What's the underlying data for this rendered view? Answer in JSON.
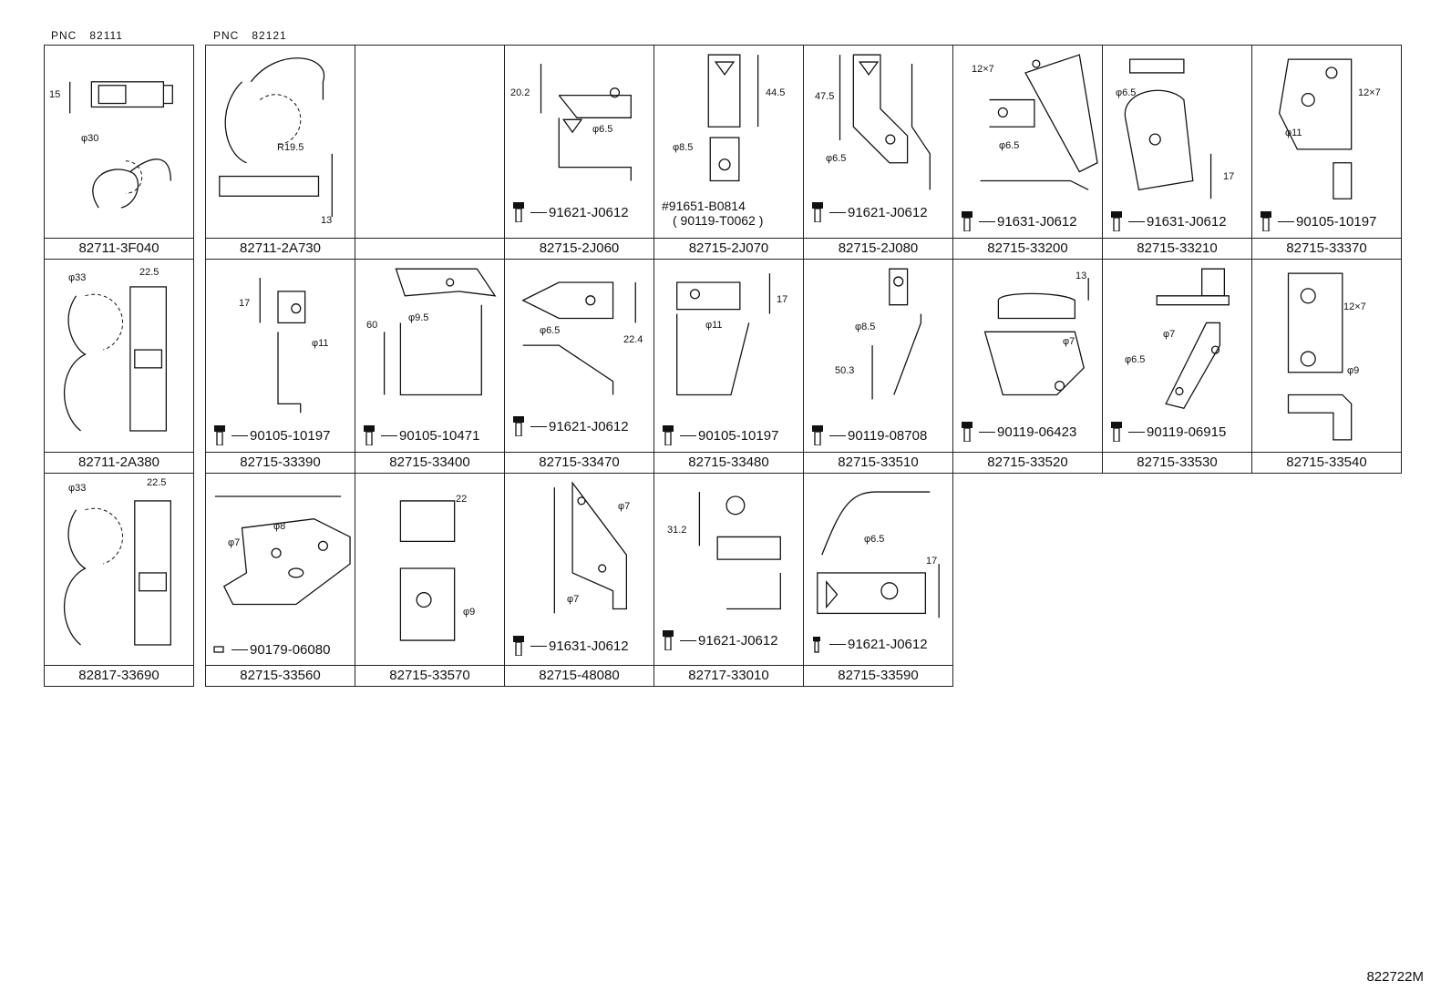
{
  "pnc_labels": [
    {
      "prefix": "PNC",
      "number": "82111"
    },
    {
      "prefix": "PNC",
      "number": "82121"
    }
  ],
  "cells": [
    {
      "id": "c1",
      "part": "82711-3F040",
      "dims": [
        "15",
        "φ30"
      ]
    },
    {
      "id": "c2",
      "part": "82711-2A730",
      "dims": [
        "R19.5",
        "13"
      ]
    },
    {
      "id": "c3",
      "part": ""
    },
    {
      "id": "c4",
      "part": "82715-2J060",
      "fastener": "91621-J0612",
      "dims": [
        "20.2",
        "φ6.5"
      ]
    },
    {
      "id": "c5",
      "part": "82715-2J070",
      "fastener": "#91651-B0814",
      "fastener2": "( 90119-T0062 )",
      "dims": [
        "44.5",
        "φ8.5"
      ]
    },
    {
      "id": "c6",
      "part": "82715-2J080",
      "fastener": "91621-J0612",
      "dims": [
        "47.5",
        "φ6.5"
      ]
    },
    {
      "id": "c7",
      "part": "82715-33200",
      "fastener": "91631-J0612",
      "dims": [
        "12×7",
        "φ6.5"
      ]
    },
    {
      "id": "c8",
      "part": "82715-33210",
      "fastener": "91631-J0612",
      "dims": [
        "φ6.5",
        "17"
      ]
    },
    {
      "id": "c9",
      "part": "82715-33370",
      "fastener": "90105-10197",
      "dims": [
        "12×7",
        "φ11"
      ]
    },
    {
      "id": "c10",
      "part": "82711-2A380",
      "dims": [
        "φ33",
        "22.5"
      ]
    },
    {
      "id": "c11",
      "part": "82715-33390",
      "fastener": "90105-10197",
      "dims": [
        "17",
        "φ11"
      ]
    },
    {
      "id": "c12",
      "part": "82715-33400",
      "fastener": "90105-10471",
      "dims": [
        "60",
        "φ9.5"
      ]
    },
    {
      "id": "c13",
      "part": "82715-33470",
      "fastener": "91621-J0612",
      "dims": [
        "φ6.5",
        "22.4"
      ]
    },
    {
      "id": "c14",
      "part": "82715-33480",
      "fastener": "90105-10197",
      "dims": [
        "17",
        "φ11"
      ]
    },
    {
      "id": "c15",
      "part": "82715-33510",
      "fastener": "90119-08708",
      "dims": [
        "φ8.5",
        "50.3"
      ]
    },
    {
      "id": "c16",
      "part": "82715-33520",
      "fastener": "90119-06423",
      "dims": [
        "13",
        "φ7"
      ]
    },
    {
      "id": "c17",
      "part": "82715-33530",
      "fastener": "90119-06915",
      "dims": [
        "φ7",
        "φ6.5"
      ]
    },
    {
      "id": "c18",
      "part": "82715-33540",
      "dims": [
        "12×7",
        "φ9"
      ]
    },
    {
      "id": "c19",
      "part": "82817-33690",
      "dims": [
        "φ33",
        "22.5"
      ]
    },
    {
      "id": "c20",
      "part": "82715-33560",
      "fastener": "90179-06080",
      "dims": [
        "φ7",
        "φ8"
      ]
    },
    {
      "id": "c21",
      "part": "82715-33570",
      "dims": [
        "22",
        "φ9"
      ]
    },
    {
      "id": "c22",
      "part": "82715-48080",
      "fastener": "91631-J0612",
      "dims": [
        "φ7",
        "φ7"
      ]
    },
    {
      "id": "c23",
      "part": "82717-33010",
      "fastener": "91621-J0612",
      "dims": [
        "31.2"
      ]
    },
    {
      "id": "c24",
      "part": "82715-33590",
      "fastener": "91621-J0612",
      "dims": [
        "φ6.5",
        "17"
      ]
    }
  ],
  "diagram_code": "822722M"
}
